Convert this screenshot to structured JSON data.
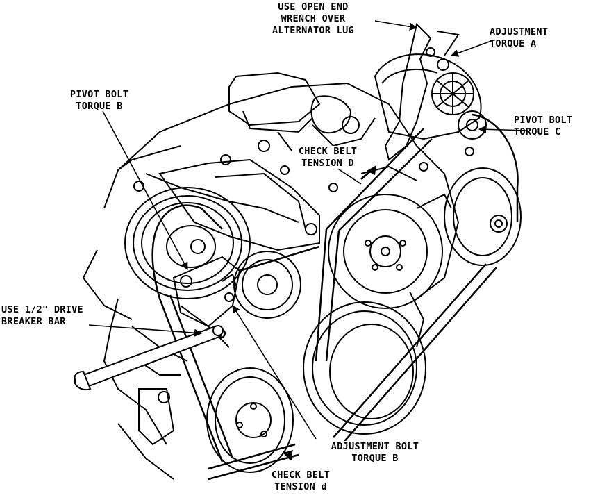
{
  "colors": {
    "ink": "#000000",
    "paper": "#ffffff"
  },
  "labels": {
    "open_end_wrench": [
      "USE OPEN END",
      "WRENCH OVER",
      "ALTERNATOR LUG"
    ],
    "adjustment_torque_a": [
      "ADJUSTMENT",
      "TORQUE A"
    ],
    "pivot_bolt_torque_b": [
      "PIVOT BOLT",
      "TORQUE B"
    ],
    "pivot_bolt_torque_c": [
      "PIVOT BOLT",
      "TORQUE C"
    ],
    "check_belt_tension_upper": [
      "CHECK BELT",
      "TENSION D"
    ],
    "breaker_bar": [
      "USE 1/2\" DRIVE",
      "BREAKER BAR"
    ],
    "adjustment_bolt_torque_b": [
      "ADJUSTMENT BOLT",
      "TORQUE B"
    ],
    "check_belt_tension_lower": [
      "CHECK BELT",
      "TENSION d"
    ]
  },
  "icons": [
    "pulley-icon",
    "breaker-bar-icon",
    "alternator-icon",
    "wrench-icon",
    "arrow-icon"
  ]
}
